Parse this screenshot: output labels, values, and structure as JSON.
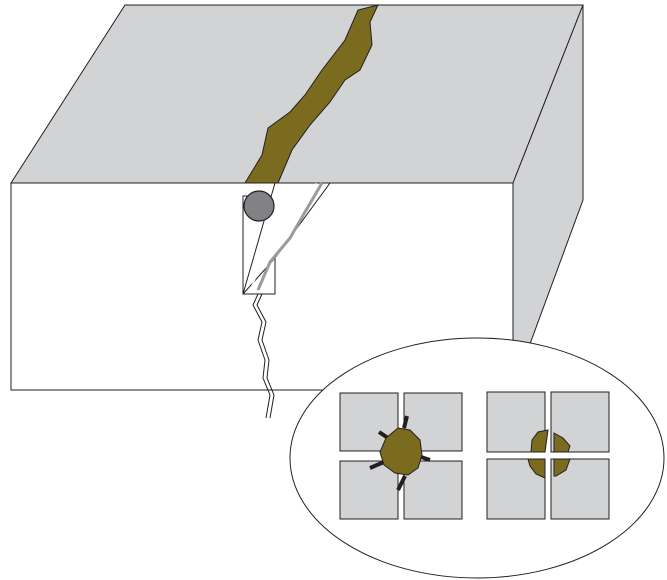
{
  "diagram": {
    "colors": {
      "top_face": "#d2d3d5",
      "front_face": "#ffffff",
      "side_face": "#d2d3d5",
      "sealant": "#7a6b1f",
      "rod": "#808285",
      "outline": "#231f20",
      "crack_gray": "#9a9b9d",
      "tile": "#d2d3d5"
    },
    "icons": [
      "backer-rod-circle",
      "sealant-bead",
      "crack-line",
      "detail-ellipse"
    ]
  }
}
